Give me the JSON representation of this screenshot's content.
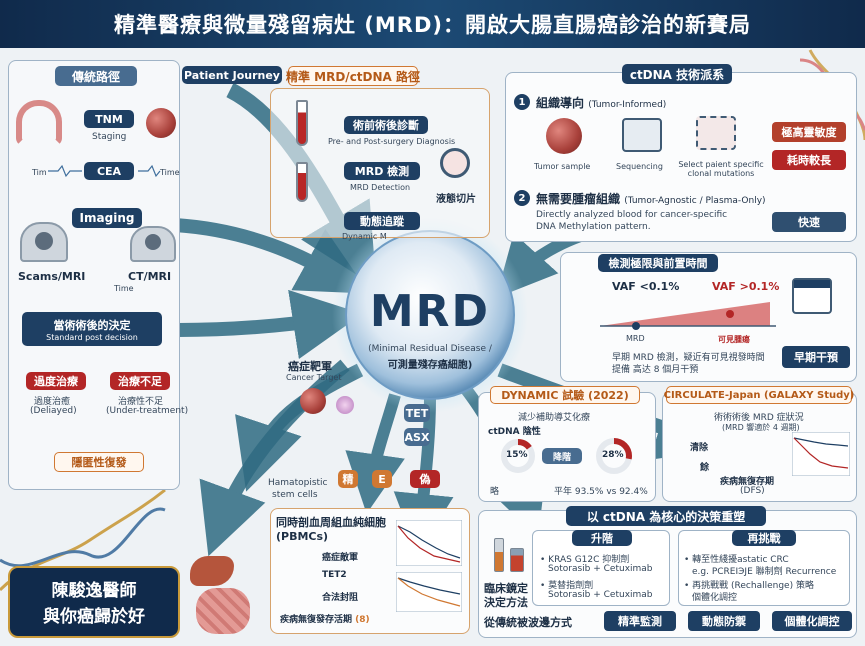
{
  "header": {
    "title": "精準醫療與微量殘留病灶 (MRD)：開啟大腸直腸癌診治的新賽局"
  },
  "traditional": {
    "title": "傳統路徑",
    "tnm": "TNM",
    "staging": "Staging",
    "cea": "CEA",
    "time_left": "Tim",
    "time_right": "Time",
    "imaging": "Imaging",
    "scans": "Scams/MRI",
    "ctmri": "CT/MRI",
    "time_mid": "Time",
    "decision_zh": "當術術後的決定",
    "decision_en": "Standard post decision",
    "over_label": "過度治療",
    "over_zh": "過度治癒",
    "over_en": "(Deliayed)",
    "under_label": "治療不足",
    "under_zh": "治療性不足",
    "under_en": "(Under-treatment)",
    "recurrence": "隱匿性復發"
  },
  "journey_label": "Patient Journey",
  "mrd_path": {
    "title": "精準 MRD/ctDNA 路徑",
    "diag_zh": "術前術後診斷",
    "diag_en": "Pre- and Post-surgery Diagnosis",
    "detect_zh": "MRD 檢測",
    "detect_en": "MRD Detection",
    "dyn_zh": "動態追蹤",
    "dyn_en": "Dynamic M",
    "liquid": "液態切片"
  },
  "tech": {
    "title": "ctDNA 技術派系",
    "num1": "1",
    "t1_zh": "組織導向",
    "t1_en": "(Tumor-Informed)",
    "tumor_sample": "Tumor sample",
    "sequencing": "Sequencing",
    "select": "Select paient specific clonal mutations",
    "high_sens": "極高靈敏度",
    "time_cost": "耗時較長",
    "num2": "2",
    "t2_zh": "無需要腫瘤組織",
    "t2_en": "(Tumor-Agnostic / Plasma-Only)",
    "t2_desc1": "Directly analyzed blood for cancer-specific",
    "t2_desc2": "DNA Methylation pattern.",
    "fast": "快速"
  },
  "limit": {
    "title": "檢測極限與前置時間",
    "vaf_low": "VAF <0.1%",
    "vaf_high": "VAF >0.1%",
    "mrd": "MRD",
    "visible": "可見腫瘍",
    "desc1": "早期 MRD 檢測，疑近有可見視發時間",
    "desc2": "提備 高达 8 個月干預",
    "early": "早期干預"
  },
  "mrd_center": {
    "big": "MRD",
    "en": "(Minimal Residual Disease /",
    "zh": "可測量殘存癌細胞)"
  },
  "target": {
    "zh": "癌症靶軍",
    "en": "Cancer Target"
  },
  "hemat": {
    "line1": "Hamatopistic",
    "line2": "stem cells",
    "tet": "TET",
    "asx": "ASX",
    "badge1": "精",
    "badge2": "E",
    "badge3": "偽"
  },
  "dynamic": {
    "title": "DYNAMIC 試驗 (2022)",
    "desc": "減少補助導艾化療",
    "ctdna": "ctDNA 陰性",
    "pct1": "15%",
    "arrow": "降階",
    "pct2": "28%",
    "left": "略",
    "result": "平年 93.5% vs 92.4%"
  },
  "circulate": {
    "title": "CIRCULATE-Japan (GALAXY Study)",
    "desc1": "術術術後 MRD 症狀況",
    "desc2": "(MRD 響適於 4 週期)",
    "lbl1": "清除",
    "lbl2": "餘",
    "dfs1": "疾病無復存期",
    "dfs2": "(DFS)"
  },
  "pbmc": {
    "title1": "同時剖血周組血純細胞",
    "title2": "(PBMCs)",
    "item1": "癌症敵軍",
    "item2": "TET2",
    "item3": "合法封阻",
    "dfs": "疾病無復發存活期",
    "dfs_tag": "(8)"
  },
  "decision": {
    "title": "以 ctDNA 為核心的決策重塑",
    "up_title": "升階",
    "up_b1": "KRAS G12C 抑制劑",
    "up_b1b": "Sotorasib + Cetuximab",
    "up_b2": "莫替指劑劑",
    "up_b2b": "Sotorasib + Cetuximab",
    "re_title": "再挑戰",
    "re_b1": "轉至性綫擾astatic CRC",
    "re_b1b": "e.g. PCREΙЭJE 聯制劑 Recurrence",
    "re_b2": "再挑戰戰 (Rechallenge) 策略",
    "re_b2b": "個體化調控",
    "clinic1": "臨床鏡定",
    "clinic2": "決定方法"
  },
  "bottom": {
    "label": "從傳統被波邊方式",
    "b1": "精準監測",
    "b2": "動態防禦",
    "b3": "個體化調控"
  },
  "signature": {
    "line1": "陳駿逸醫師",
    "line2": "與你癌歸於好"
  }
}
